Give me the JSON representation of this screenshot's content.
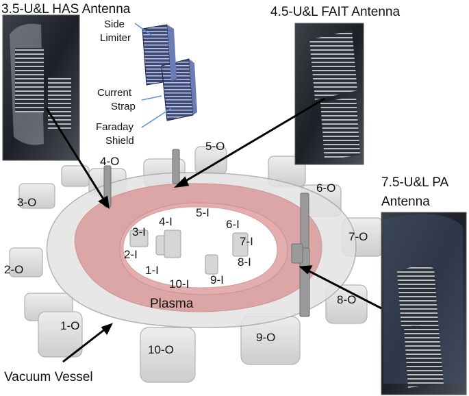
{
  "titles": {
    "has": "3.5-U&L HAS Antenna",
    "fait": "4.5-U&L FAIT Antenna",
    "pa_line1": "7.5-U&L PA",
    "pa_line2": "Antenna"
  },
  "callouts": {
    "side_1": "Side",
    "side_2": "Limiter",
    "current_1": "Current",
    "current_2": "Strap",
    "faraday_1": "Faraday",
    "faraday_2": "Shield"
  },
  "outer_ports": [
    "1-O",
    "2-O",
    "3-O",
    "4-O",
    "5-O",
    "6-O",
    "7-O",
    "8-O",
    "9-O",
    "10-O"
  ],
  "inner_ports": [
    "1-I",
    "2-I",
    "3-I",
    "4-I",
    "5-I",
    "6-I",
    "7-I",
    "8-I",
    "9-I",
    "10-I"
  ],
  "plasma_label": "Plasma",
  "vessel_label": "Vacuum Vessel",
  "colors": {
    "plasma": "#d98888",
    "vessel": "#dcdcdc",
    "vessel_edge": "#a9a9a9",
    "pointer_arrow": "#000000",
    "callout_line": "#5b8fd6",
    "photo_dark": "#262a30"
  },
  "icons": {
    "has_photo": "antenna-photo",
    "fait_photo": "antenna-photo",
    "pa_photo": "antenna-photo",
    "cad": "antenna-cad-render"
  }
}
